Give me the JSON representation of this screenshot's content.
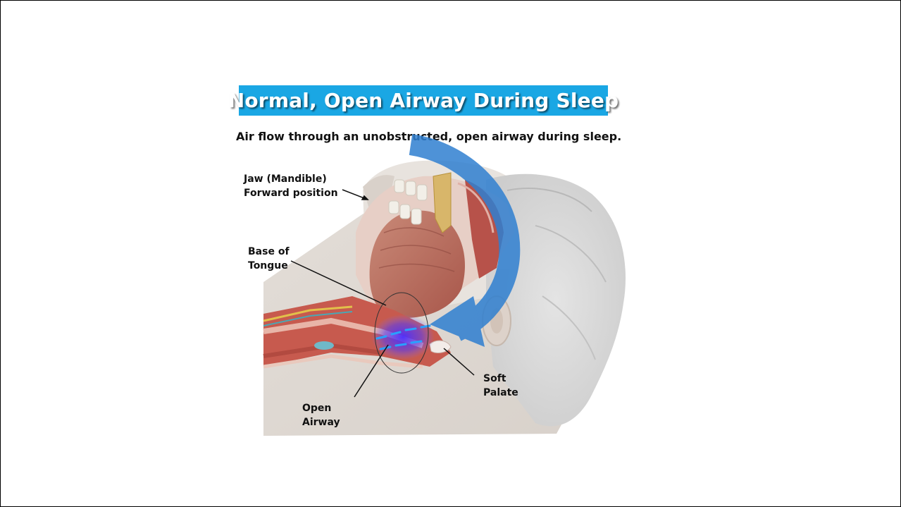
{
  "title": "Normal, Open Airway During Sleep",
  "subtitle": "Air flow through an unobstructed, open airway during sleep.",
  "labels": {
    "jaw": [
      "Jaw (Mandible)",
      "Forward position"
    ],
    "tongue": [
      "Base of",
      "Tongue"
    ],
    "airway": [
      "Open",
      "Airway"
    ],
    "palate": [
      "Soft",
      "Palate"
    ]
  },
  "colors": {
    "banner": "#1aa7e4",
    "airflow_arrow": "#2f7fd0",
    "airway_glow": "#3a2fe0"
  },
  "icons": [
    "airflow-arrow-icon"
  ]
}
